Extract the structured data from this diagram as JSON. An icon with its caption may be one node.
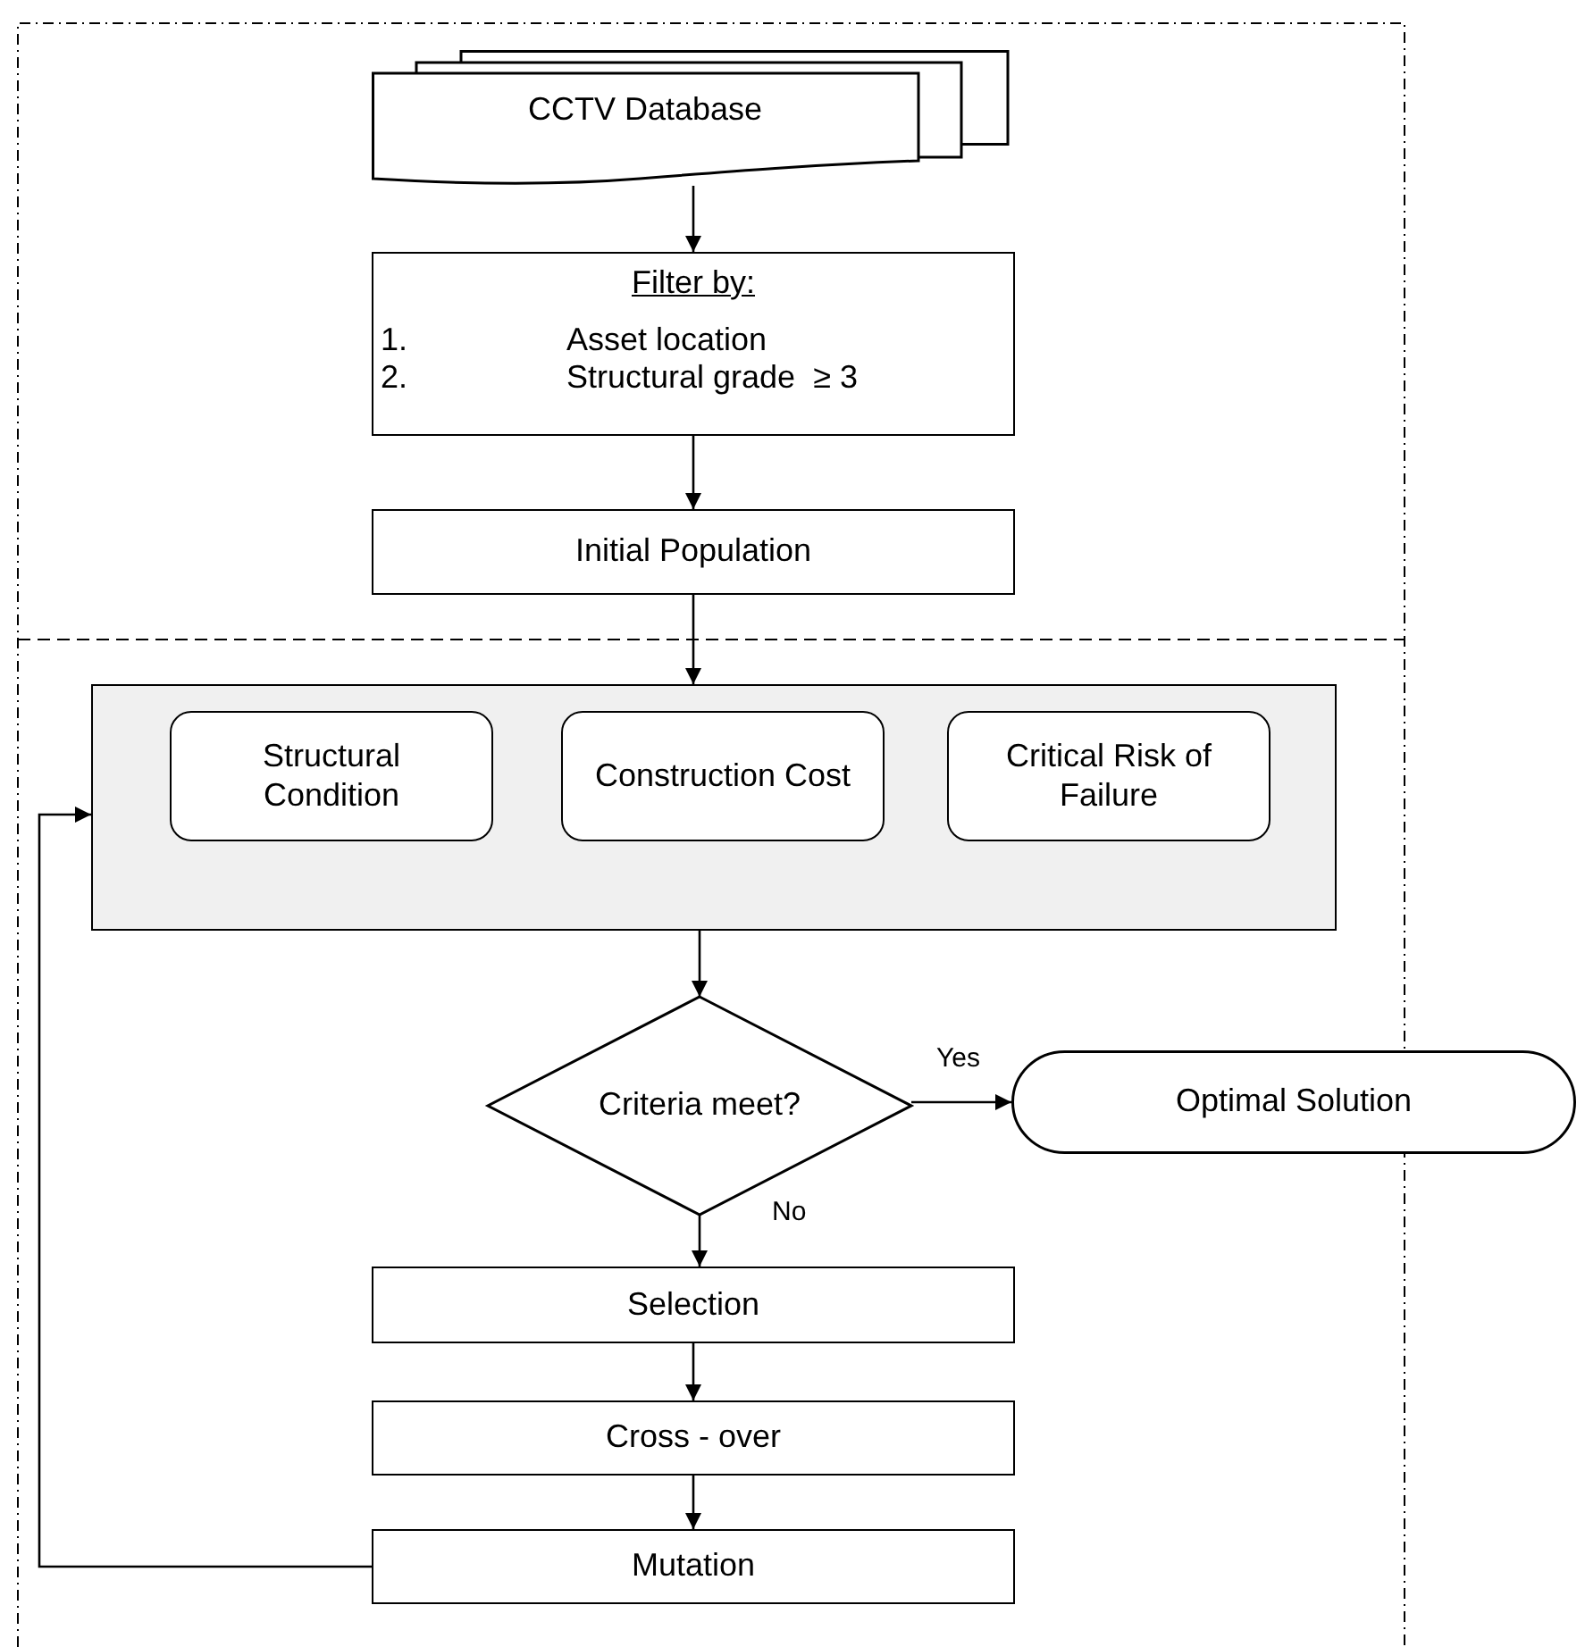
{
  "diagram": {
    "nodes": [
      {
        "text": [
          "CCTV Database"
        ]
      },
      {
        "text": [
          "Filter by:",
          "1.",
          "Asset location",
          "2.",
          "Structural grade  ≥ 3"
        ]
      },
      {
        "text": [
          "Initial Population"
        ]
      },
      {
        "text": [],
        "shape": "box"
      },
      {
        "text": [
          "Structural Condition"
        ],
        "in": 3
      },
      {
        "text": [
          "Construction Cost"
        ],
        "in": 3
      },
      {
        "text": [
          "Critical Risk of Failure"
        ],
        "in": 3
      },
      {
        "text": [
          "Criteria meet?"
        ]
      },
      {
        "text": [
          "Optimal Solution"
        ]
      },
      {
        "text": [
          "Selection"
        ]
      },
      {
        "text": [
          "Cross - over"
        ]
      },
      {
        "text": [
          "Mutation"
        ]
      }
    ],
    "edges": [
      {
        "from": 0,
        "to": 1,
        "arrow": "to"
      },
      {
        "from": 1,
        "to": 2,
        "arrow": "to"
      },
      {
        "from": 2,
        "to": 3,
        "arrow": "to"
      },
      {
        "from": 3,
        "to": 7,
        "arrow": "to"
      },
      {
        "from": 7,
        "to": 8,
        "arrow": "to",
        "label": "Yes"
      },
      {
        "from": 7,
        "to": 9,
        "arrow": "to",
        "label": "No"
      },
      {
        "from": 9,
        "to": 10,
        "arrow": "to"
      },
      {
        "from": 10,
        "to": 11,
        "arrow": "to"
      },
      {
        "from": 11,
        "to": 3,
        "arrow": "to"
      }
    ]
  }
}
